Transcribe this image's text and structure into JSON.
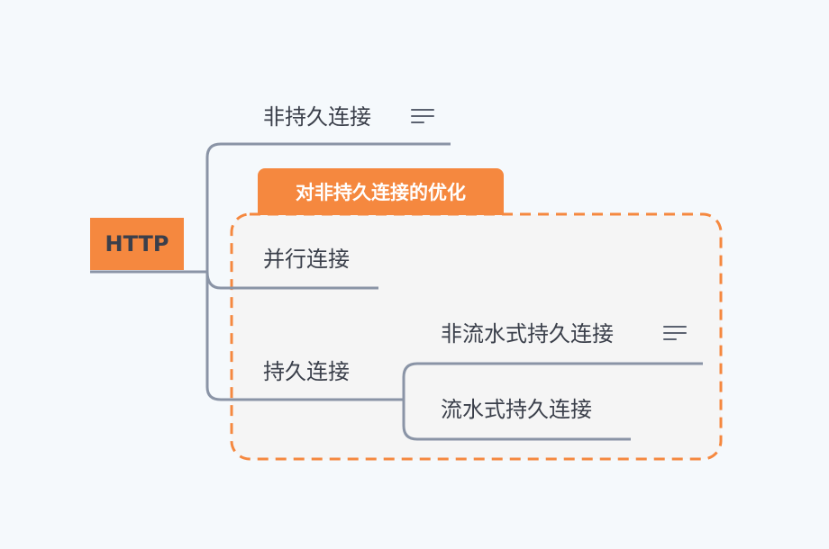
{
  "root": {
    "label": "HTTP"
  },
  "branches": {
    "non_persistent": {
      "label": "非持久连接",
      "note_icon": "note-lines-icon"
    },
    "group": {
      "label": "对非持久连接的优化",
      "parallel": {
        "label": "并行连接"
      },
      "persistent": {
        "label": "持久连接",
        "children": [
          {
            "label": "非流水式持久连接",
            "note_icon": "note-lines-icon"
          },
          {
            "label": "流水式持久连接"
          }
        ]
      }
    }
  },
  "colors": {
    "background": "#f5f9fc",
    "accent": "#f5883f",
    "connector": "#8a94a6",
    "group_fill": "#f5f5f5",
    "text": "#3a3f4a"
  }
}
